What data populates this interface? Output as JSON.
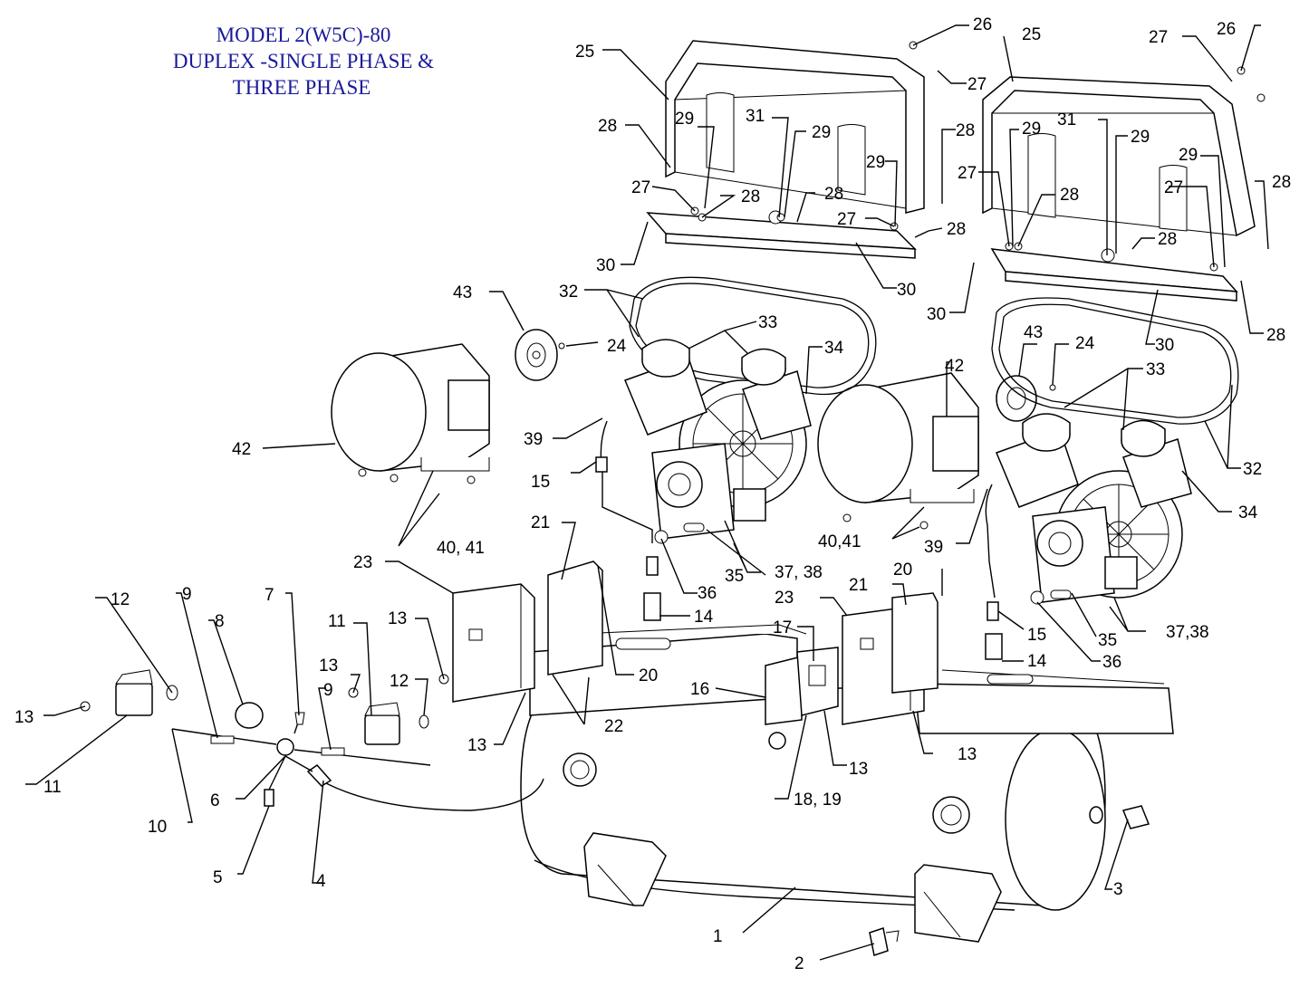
{
  "title": {
    "lines": [
      "MODEL 2(W5C)-80",
      "DUPLEX -SINGLE PHASE &",
      "THREE PHASE"
    ],
    "color": "#1a1a9a"
  },
  "callouts": [
    {
      "label": "1"
    },
    {
      "label": "2"
    },
    {
      "label": "3"
    },
    {
      "label": "4"
    },
    {
      "label": "5"
    },
    {
      "label": "6"
    },
    {
      "label": "7"
    },
    {
      "label": "8"
    },
    {
      "label": "9"
    },
    {
      "label": "9"
    },
    {
      "label": "10"
    },
    {
      "label": "11"
    },
    {
      "label": "11"
    },
    {
      "label": "12"
    },
    {
      "label": "12"
    },
    {
      "label": "13"
    },
    {
      "label": "13"
    },
    {
      "label": "13"
    },
    {
      "label": "13"
    },
    {
      "label": "13"
    },
    {
      "label": "13"
    },
    {
      "label": "14"
    },
    {
      "label": "14"
    },
    {
      "label": "15"
    },
    {
      "label": "15"
    },
    {
      "label": "16"
    },
    {
      "label": "17"
    },
    {
      "label": "18, 19"
    },
    {
      "label": "20"
    },
    {
      "label": "20"
    },
    {
      "label": "21"
    },
    {
      "label": "21"
    },
    {
      "label": "22"
    },
    {
      "label": "23"
    },
    {
      "label": "23"
    },
    {
      "label": "24"
    },
    {
      "label": "24"
    },
    {
      "label": "25"
    },
    {
      "label": "25"
    },
    {
      "label": "26"
    },
    {
      "label": "26"
    },
    {
      "label": "27"
    },
    {
      "label": "27"
    },
    {
      "label": "27"
    },
    {
      "label": "27"
    },
    {
      "label": "27"
    },
    {
      "label": "27"
    },
    {
      "label": "28"
    },
    {
      "label": "28"
    },
    {
      "label": "28"
    },
    {
      "label": "28"
    },
    {
      "label": "28"
    },
    {
      "label": "28"
    },
    {
      "label": "28"
    },
    {
      "label": "28"
    },
    {
      "label": "28"
    },
    {
      "label": "29"
    },
    {
      "label": "29"
    },
    {
      "label": "29"
    },
    {
      "label": "29"
    },
    {
      "label": "29"
    },
    {
      "label": "29"
    },
    {
      "label": "30"
    },
    {
      "label": "30"
    },
    {
      "label": "30"
    },
    {
      "label": "30"
    },
    {
      "label": "31"
    },
    {
      "label": "31"
    },
    {
      "label": "32"
    },
    {
      "label": "32"
    },
    {
      "label": "33"
    },
    {
      "label": "33"
    },
    {
      "label": "34"
    },
    {
      "label": "34"
    },
    {
      "label": "35"
    },
    {
      "label": "35"
    },
    {
      "label": "36"
    },
    {
      "label": "36"
    },
    {
      "label": "37, 38"
    },
    {
      "label": "37,38"
    },
    {
      "label": "39"
    },
    {
      "label": "39"
    },
    {
      "label": "40, 41"
    },
    {
      "label": "40,41"
    },
    {
      "label": "42"
    },
    {
      "label": "42"
    },
    {
      "label": "43"
    },
    {
      "label": "43"
    }
  ]
}
